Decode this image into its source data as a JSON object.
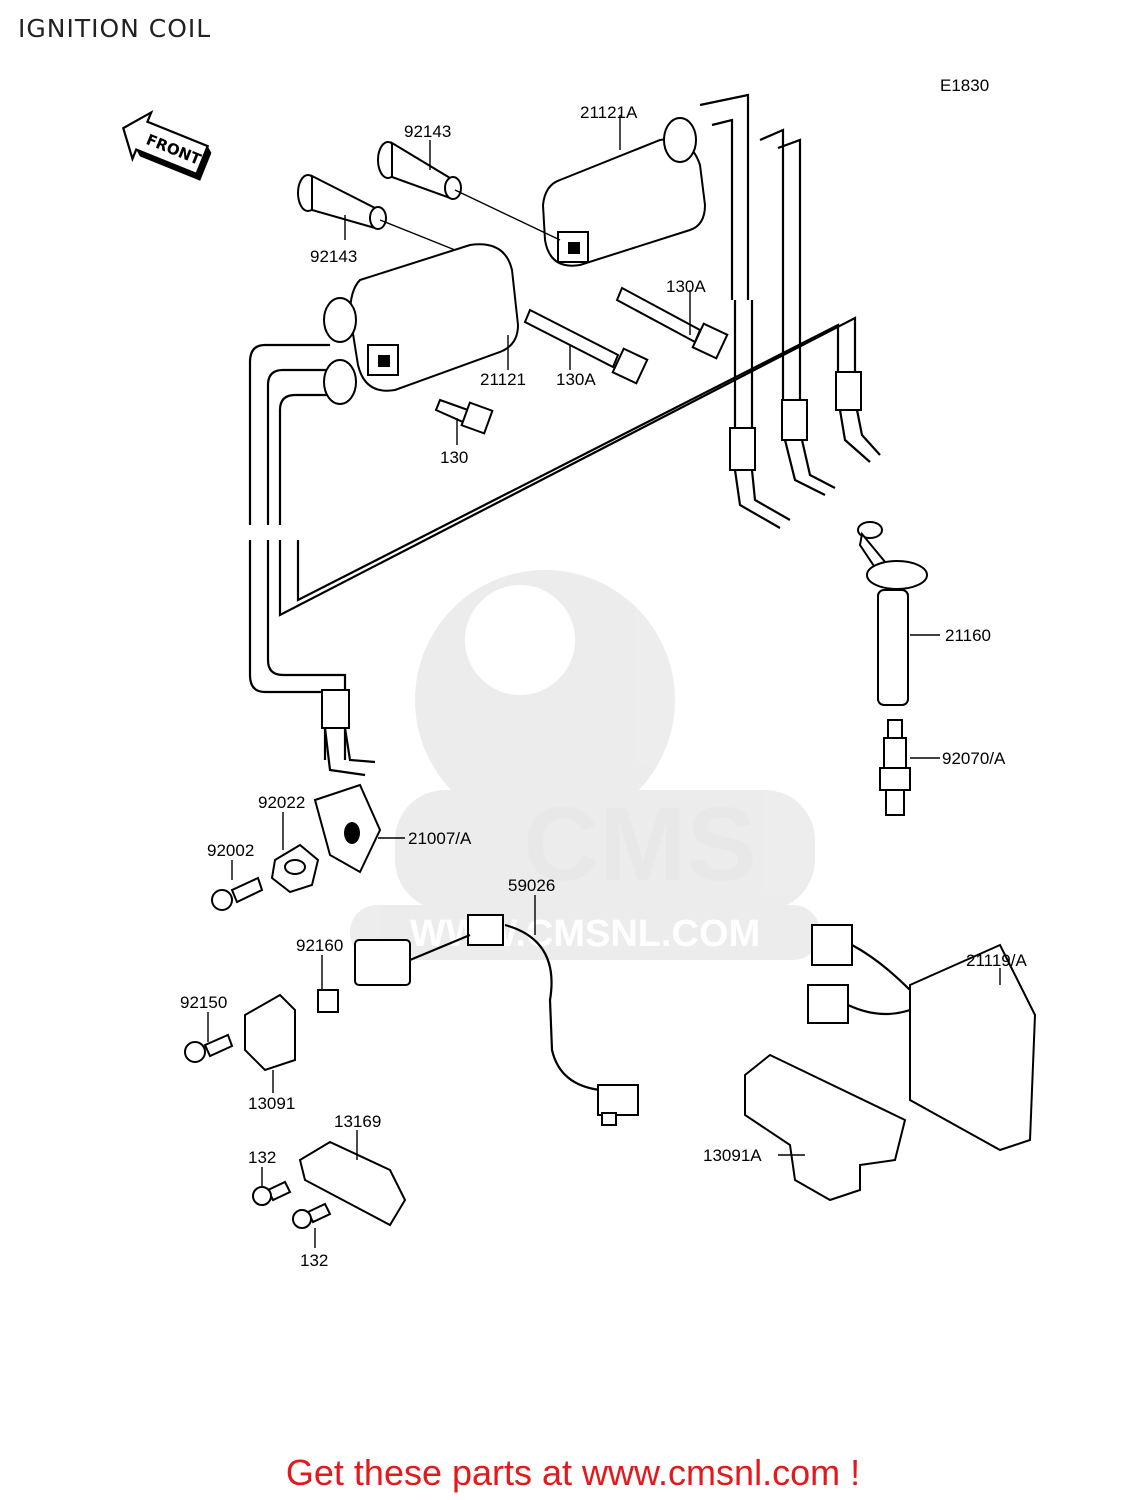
{
  "title": "IGNITION COIL",
  "diagram_code": "E1830",
  "front_label": "FRONT",
  "watermark": {
    "brand": "CMS",
    "url": "WWW.CMSNL.COM"
  },
  "footer": {
    "text": "Get these parts at www.cmsnl.com !",
    "color": "#e4191b"
  },
  "parts": {
    "p92143_a": "92143",
    "p92143_b": "92143",
    "p21121A": "21121A",
    "p130A_a": "130A",
    "p130A_b": "130A",
    "p21121": "21121",
    "p130": "130",
    "p21160": "21160",
    "p92070A": "92070/A",
    "p92022": "92022",
    "p21007A": "21007/A",
    "p92002": "92002",
    "p59026": "59026",
    "p92160": "92160",
    "p21119A": "21119/A",
    "p92150": "92150",
    "p13091": "13091",
    "p13169": "13169",
    "p132_a": "132",
    "p132_b": "132",
    "p13091A": "13091A"
  }
}
